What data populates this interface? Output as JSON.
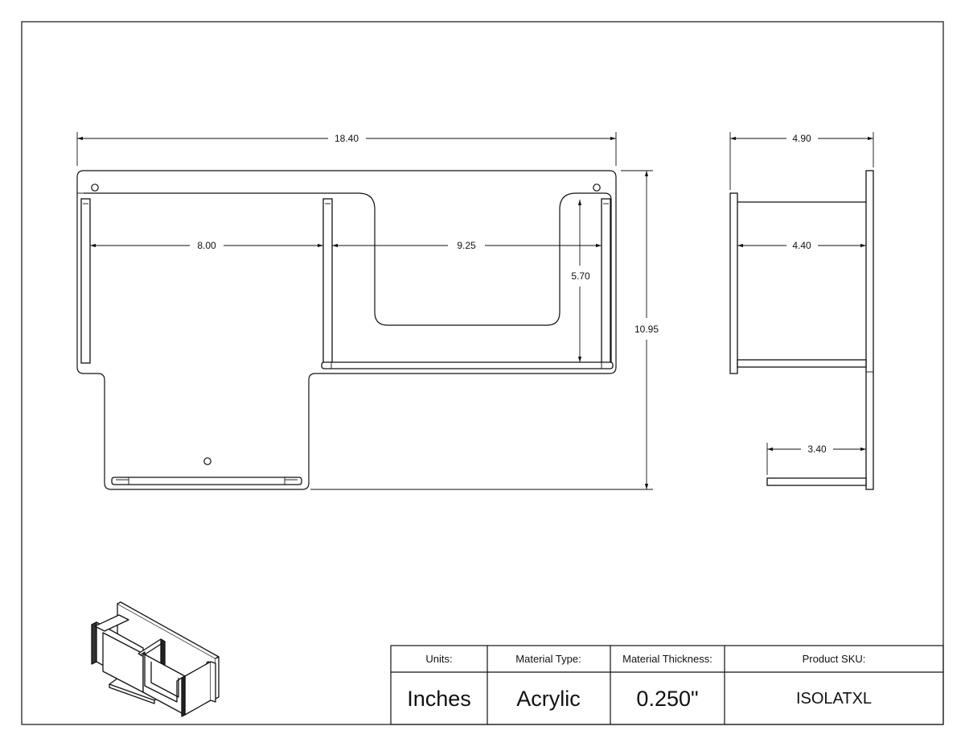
{
  "dimensions": {
    "overall_width": "18.40",
    "left_compartment": "8.00",
    "right_compartment": "9.25",
    "notch_depth": "5.70",
    "overall_height": "10.95",
    "side_depth": "4.90",
    "side_inner_depth": "4.40",
    "shelf_depth": "3.40"
  },
  "title_block": {
    "headers": [
      "Units:",
      "Material Type:",
      "Material Thickness:",
      "Product SKU:"
    ],
    "values": [
      "Inches",
      "Acrylic",
      "0.250\"",
      "ISOLATXL"
    ]
  }
}
